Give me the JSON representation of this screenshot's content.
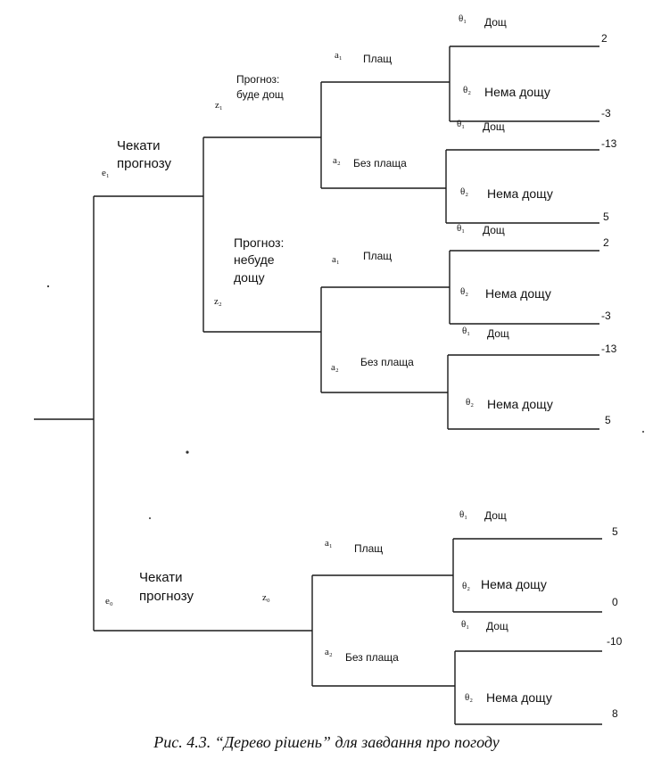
{
  "decisions": {
    "e1": {
      "sym": "e₁",
      "label1": "Чекати",
      "label2": "прогнозу"
    },
    "e0": {
      "sym": "e₀",
      "label1": "Чекати",
      "label2": "прогнозу"
    }
  },
  "forecasts": {
    "z1": {
      "sym": "z₁",
      "label1": "Прогноз:",
      "label2": "буде дощ"
    },
    "z2": {
      "sym": "z₂",
      "label1": "Прогноз:",
      "label2": "небуде",
      "label3": "дощу"
    },
    "z0": {
      "sym": "z₀"
    }
  },
  "actions": {
    "a1_sym": "a₁",
    "a2_sym": "a₂",
    "a1_label": "Плащ",
    "a2_label": "Без плаща"
  },
  "states": {
    "t1_sym": "θ₁",
    "t2_sym": "θ₂",
    "t1_label": "Дощ",
    "t2_label": "Нема дощу"
  },
  "payoffs": {
    "z1_a1_rain": "2",
    "z1_a1_norain": "-3",
    "z1_a2_rain": "-13",
    "z1_a2_norain": "5",
    "z2_a1_rain": "2",
    "z2_a1_norain": "-3",
    "z2_a2_rain": "-13",
    "z2_a2_norain": "5",
    "z0_a1_rain": "5",
    "z0_a1_norain": "0",
    "z0_a2_rain": "-10",
    "z0_a2_norain": "8"
  },
  "caption": "Рис. 4.3. “Дерево рішень” для завдання про погоду"
}
